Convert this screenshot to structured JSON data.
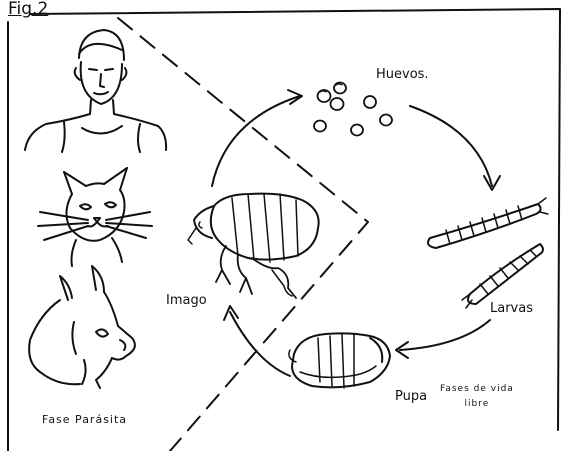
{
  "figure": {
    "label": "Fig.2"
  },
  "cycle": {
    "stages": {
      "eggs": "Huevos.",
      "larvae": "Larvas",
      "pupa": "Pupa",
      "adult": "Imago"
    }
  },
  "phases": {
    "parasitic": "Fase Parásita",
    "free_living": "Fases de vida\nlibre"
  },
  "style": {
    "ink": "#111111",
    "paper": "#ffffff"
  }
}
